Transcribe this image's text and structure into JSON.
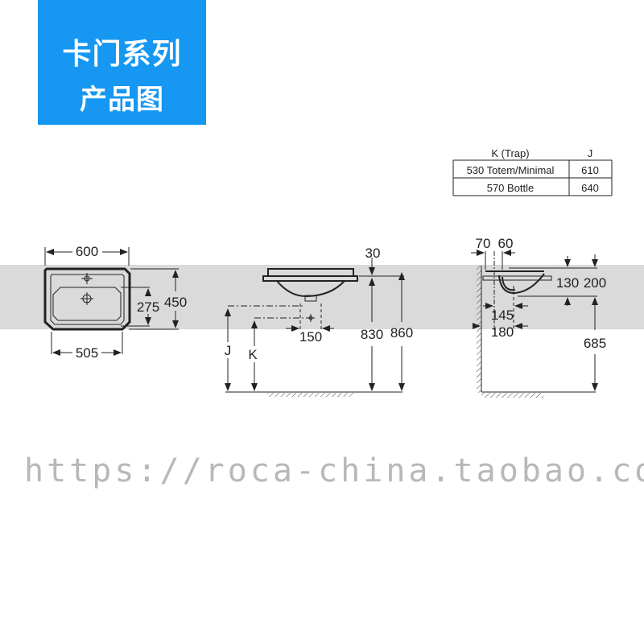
{
  "banner": {
    "line1": "卡门系列",
    "line2": "产品图"
  },
  "table": {
    "headers": [
      "K (Trap)",
      "J"
    ],
    "rows": [
      {
        "k": "530 Totem/Minimal",
        "j": "610"
      },
      {
        "k": "570 Bottle",
        "j": "640"
      }
    ]
  },
  "top_view": {
    "width": "600",
    "inner_width": "505",
    "depth": "450",
    "bowl_depth": "275"
  },
  "front_view": {
    "rim": "30",
    "tap_spacing": "150",
    "height_bowl": "830",
    "height_top": "860",
    "label_j": "J",
    "label_k": "K"
  },
  "side_view": {
    "wall_gap": "70",
    "tap_offset": "60",
    "bowl_depth": "130",
    "total_depth": "200",
    "waste_offset": "145",
    "trap_offset": "180",
    "floor_height": "685"
  },
  "watermark": "https://roca-china.taobao.com",
  "colors": {
    "banner": "#1597f2"
  }
}
